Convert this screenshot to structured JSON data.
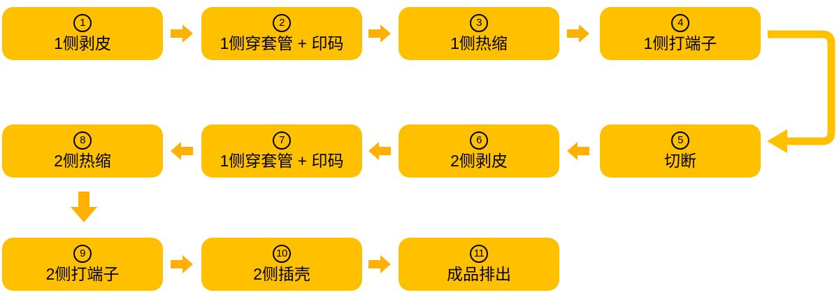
{
  "colors": {
    "background": "#FFFFFF",
    "box_fill": "#FFC000",
    "arrow_fill": "#FFB005",
    "connector_fill": "#FFC000",
    "text": "#000000"
  },
  "flowchart": {
    "steps": [
      {
        "number": "1",
        "label": "1侧剥皮"
      },
      {
        "number": "2",
        "label": "1侧穿套管 + 印码"
      },
      {
        "number": "3",
        "label": "1侧热缩"
      },
      {
        "number": "4",
        "label": "1侧打端子"
      },
      {
        "number": "5",
        "label": "切断"
      },
      {
        "number": "6",
        "label": "2侧剥皮"
      },
      {
        "number": "7",
        "label": "1侧穿套管 + 印码"
      },
      {
        "number": "8",
        "label": "2侧热缩"
      },
      {
        "number": "9",
        "label": "2侧打端子"
      },
      {
        "number": "10",
        "label": "2侧插壳"
      },
      {
        "number": "11",
        "label": "成品排出"
      }
    ],
    "connections": [
      "1→2",
      "2→3",
      "3→4",
      "4→5",
      "5→6",
      "6→7",
      "7→8",
      "8→9",
      "9→10",
      "10→11"
    ]
  }
}
